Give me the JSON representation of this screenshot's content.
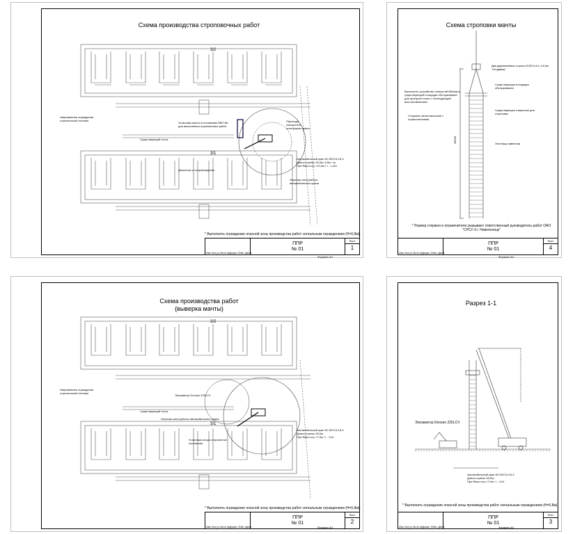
{
  "sheets": {
    "s1": {
      "title": "Схема производства строповочных работ",
      "zone_top": "3/2",
      "zone_bottom": "3/1",
      "labels": {
        "fence": "Направление ограждения строительной техники",
        "existing_lot": "Существующий лоток",
        "crane": "Автомобильный кран КС-55713-1К-3",
        "crane_len": "Длина стрелы 28,0м; 4,5м / сп.",
        "crane_reach": "При Rвыл.стр.=10,0м / т - 1,40т",
        "mast_place": "Установка мачты в положении МКТ-86 для выполнения строповочных работ",
        "danger": "Опасная зона работы автомобильного крана",
        "cross_tent": "Перехода поворотной платформы крана",
        "dismantle": "Демонтаж и сопровождение"
      },
      "note": "* Выполнить ограждение опасной зоны производства работ  сигнальным ограждением (Н=0,8м).",
      "code": "ППР",
      "num": "№ 01",
      "list_label": "Лист",
      "list_no": "1",
      "format": "Формат  А3"
    },
    "s2": {
      "title_line1": "Схема производства работ",
      "title_line2": "(выверка мачты)",
      "zone_top": "3/2",
      "zone_bottom": "3/1",
      "labels": {
        "fence": "Направление ограждения строительной техники",
        "existing_lot": "Существующий лоток",
        "excavator": "Экскаватор Doosan 225LCV",
        "crane": "Автомобильный кран КС-55713-1К-3",
        "crane_len": "Длина стрелы 28,0м",
        "crane_reach": "При Rвыл.стр.=7,0м / т - 5,0т",
        "danger": "Опасная зона работы автомобильного крана",
        "install": "Установка опоры в проектное положение"
      },
      "note": "* Выполнить ограждение опасной зоны производства работ  сигнальным ограждением (Н=0,8м).",
      "code": "ППР",
      "num": "№ 01",
      "list_label": "Лист",
      "list_no": "2",
      "format": "Формат  А3"
    },
    "s3": {
      "title": "Разрез 1-1",
      "labels": {
        "excavator": "Экскаватор Doosan 225LCV",
        "crane": "Автомобильный кран КС-55713-1К-3",
        "crane_len": "Длина стрелы 28,0м;",
        "crane_reach": "При Rвыл.стр.=7,0м / т - 5,0т"
      },
      "note": "* Выполнить ограждение опасной зоны производства работ  сигнальным ограждением (Н=0,8м).",
      "code": "ППР",
      "num": "№ 01",
      "list_label": "Лист",
      "list_no": "3",
      "format": "Формат  А4"
    },
    "s4": {
      "title": "Схема строповки мачты",
      "labels": {
        "sling": "Два двухветвевых стропа 2СКП-5,6 L=10,0м \"на удавку\"",
        "platform": "Существующая площадка обслуживания",
        "holes": "Выполнить устройство отверстий Ø60мм в существующей площадке обслуживания для пропуска строп с последующим восстановлением",
        "opening": "Существующее отверстие для строповки",
        "rod": "Стержень металлический с ограничителями",
        "ladder": "Лестница навесная",
        "height": "28500"
      },
      "note": "* Размер стержня и ограничители указывает ответственный руководитель работ ОАО \"СРСУ-3 г. Новополоцк\"",
      "code": "ППР",
      "num": "№ 01",
      "list_label": "Лист",
      "list_no": "4",
      "format": "Формат  А4"
    }
  },
  "stamp_labels": "Изм. Кол.уч Лист №Докум. Подп. Дата"
}
